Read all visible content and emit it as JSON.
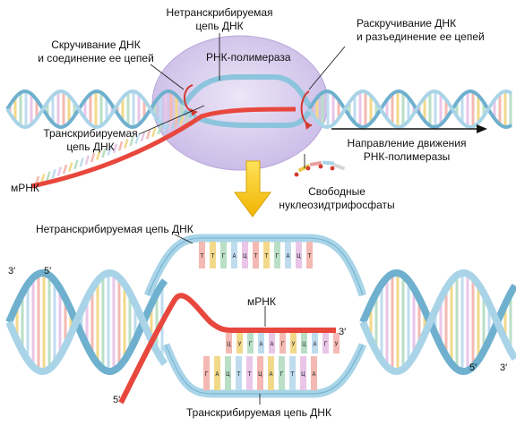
{
  "top": {
    "nontranscribed_strand": "Нетранскрибируемая\nцепь ДНК",
    "rewinding": "Скручивание ДНК\nи соединение ее цепей",
    "polymerase": "РНК-полимераза",
    "unwinding": "Раскручивание ДНК\nи разъединение ее цепей",
    "transcribed_strand": "Транскрибируемая\nцепь ДНК",
    "direction": "Направление движения\nРНК-полимеразы",
    "mrna": "мРНК",
    "free_ntp": "Свободные\nнуклеозидтрифосфаты"
  },
  "bottom": {
    "nontranscribed_strand": "Нетранскрибируемая цепь ДНК",
    "mrna": "мРНК",
    "transcribed_strand": "Транскрибируемая цепь ДНК",
    "end_3_left": "3′",
    "end_5_left": "5′",
    "end_3_mrna": "3′",
    "end_5_mrna": "5′",
    "end_5_right": "5′",
    "end_3_right": "3′"
  },
  "bases": {
    "top_strand": [
      "Т",
      "Т",
      "Г",
      "А",
      "Ц",
      "Т",
      "Т",
      "Г",
      "А",
      "Ц",
      "Т"
    ],
    "mrna_strand": [
      "Ц",
      "У",
      "Г",
      "А",
      "А",
      "Г",
      "У",
      "Ц",
      "А",
      "Г",
      "У"
    ],
    "bottom_strand": [
      "Г",
      "А",
      "Ц",
      "Т",
      "Т",
      "Ц",
      "А",
      "Г",
      "Т",
      "Ц",
      "А"
    ]
  },
  "colors": {
    "dna_light": "#a9d4e8",
    "dna_dark": "#6fb0cf",
    "mrna": "#e8473d",
    "polymerase": "#d9cdee",
    "arrow_yellow": "#f2c200",
    "arrow_red": "#d23a2f"
  }
}
